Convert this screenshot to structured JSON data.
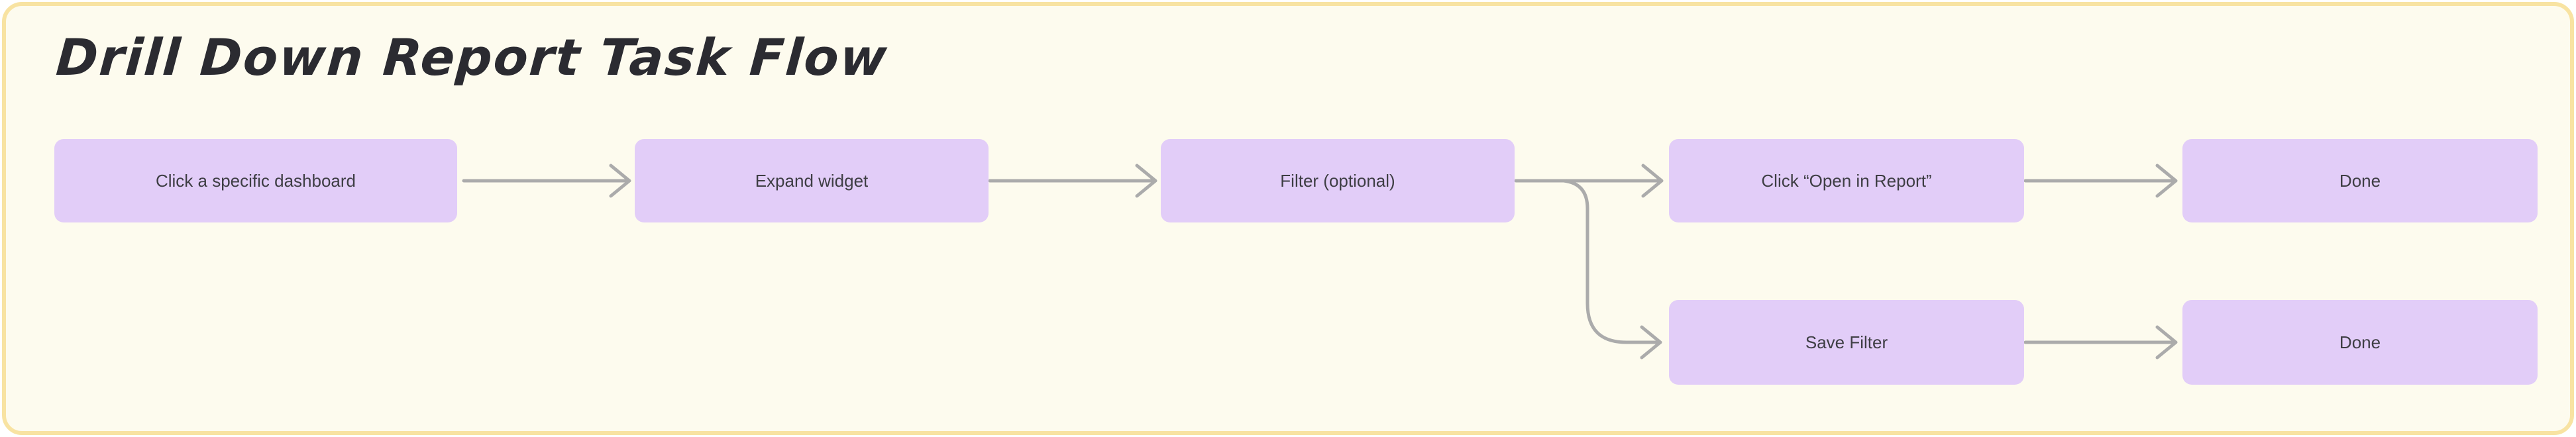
{
  "page": {
    "title": "Drill Down Report Task Flow"
  },
  "flow": {
    "nodes": [
      {
        "id": "click-dashboard",
        "label": "Click a specific dashboard",
        "row": 1
      },
      {
        "id": "expand-widget",
        "label": "Expand widget",
        "row": 1
      },
      {
        "id": "filter-optional",
        "label": "Filter (optional)",
        "row": 1
      },
      {
        "id": "click-open-in-report",
        "label": "Click “Open in Report”",
        "row": 1
      },
      {
        "id": "done-top",
        "label": "Done",
        "row": 1
      },
      {
        "id": "save-filter",
        "label": "Save Filter",
        "row": 2
      },
      {
        "id": "done-bottom",
        "label": "Done",
        "row": 2
      }
    ],
    "edges": [
      {
        "from": "click-dashboard",
        "to": "expand-widget"
      },
      {
        "from": "expand-widget",
        "to": "filter-optional"
      },
      {
        "from": "filter-optional",
        "to": "click-open-in-report"
      },
      {
        "from": "filter-optional",
        "to": "save-filter"
      },
      {
        "from": "click-open-in-report",
        "to": "done-top"
      },
      {
        "from": "save-filter",
        "to": "done-bottom"
      }
    ]
  },
  "colors": {
    "canvas_border": "#F8E3A2",
    "canvas_bg": "#FDFBEE",
    "node_fill": "#E2CDF8",
    "node_text": "#3E3E44",
    "connector": "#ABABAB",
    "title_text": "#2B2B31"
  }
}
